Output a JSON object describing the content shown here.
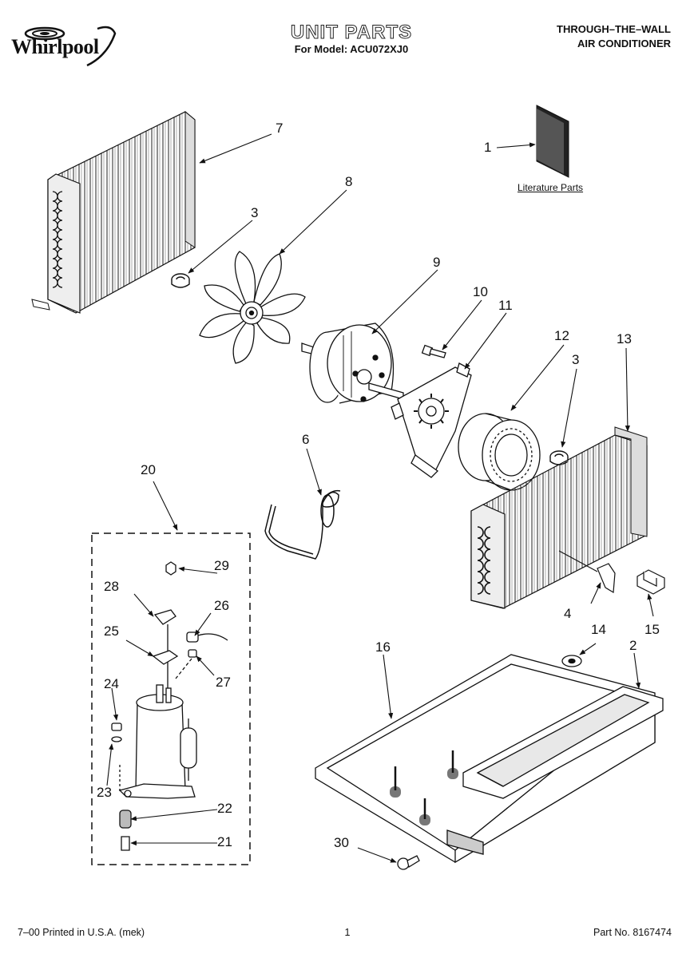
{
  "header": {
    "brand": "Whirlpool",
    "title": "UNIT PARTS",
    "model_line": "For Model: ACU072XJ0",
    "product_line1": "THROUGH–THE–WALL",
    "product_line2": "AIR CONDITIONER"
  },
  "literature_label": "Literature Parts",
  "callouts": {
    "c1": "1",
    "c2": "2",
    "c3a": "3",
    "c3b": "3",
    "c4": "4",
    "c6": "6",
    "c7": "7",
    "c8": "8",
    "c9": "9",
    "c10": "10",
    "c11": "11",
    "c12": "12",
    "c13": "13",
    "c14": "14",
    "c15": "15",
    "c16": "16",
    "c20": "20",
    "c21": "21",
    "c22": "22",
    "c23": "23",
    "c24": "24",
    "c25": "25",
    "c26": "26",
    "c27": "27",
    "c28": "28",
    "c29": "29",
    "c30": "30"
  },
  "footer": {
    "left": "7–00 Printed in U.S.A. (mek)",
    "center": "1",
    "right": "Part No. 8167474"
  }
}
